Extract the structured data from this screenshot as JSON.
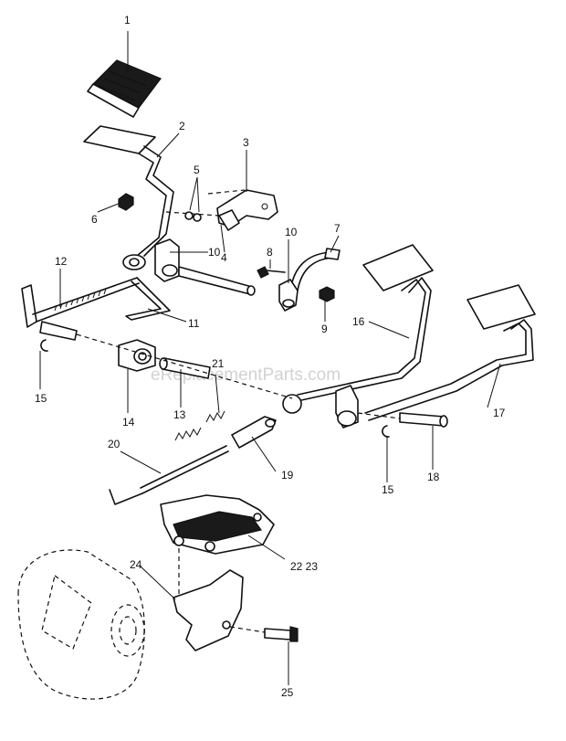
{
  "watermark": "eReplacementParts.com",
  "callouts": {
    "c1": "1",
    "c2": "2",
    "c3": "3",
    "c4": "4",
    "c5": "5",
    "c6": "6",
    "c7": "7",
    "c8": "8",
    "c9": "9",
    "c10a": "10",
    "c10b": "10",
    "c11": "11",
    "c12": "12",
    "c13": "13",
    "c14": "14",
    "c15a": "15",
    "c15b": "15",
    "c16": "16",
    "c17": "17",
    "c18": "18",
    "c19": "19",
    "c20": "20",
    "c21": "21",
    "c2223": "22 23",
    "c24": "24",
    "c25": "25"
  }
}
